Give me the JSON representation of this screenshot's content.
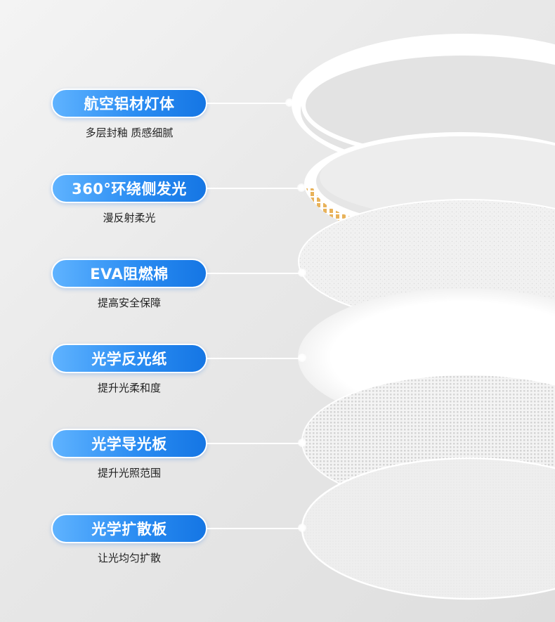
{
  "layers": [
    {
      "title": "航空铝材灯体",
      "subtitle": "多层封釉 质感细腻",
      "icon": "aluminum-frame-ring-icon"
    },
    {
      "title": "360°环绕侧发光",
      "subtitle": "漫反射柔光",
      "icon": "led-strip-ring-icon"
    },
    {
      "title": "EVA阻燃棉",
      "subtitle": "提高安全保障",
      "icon": "eva-foam-disc-icon"
    },
    {
      "title": "光学反光纸",
      "subtitle": "提升光柔和度",
      "icon": "reflective-paper-disc-icon"
    },
    {
      "title": "光学导光板",
      "subtitle": "提升光照范围",
      "icon": "light-guide-plate-icon"
    },
    {
      "title": "光学扩散板",
      "subtitle": "让光均匀扩散",
      "icon": "diffuser-plate-icon"
    }
  ],
  "colors": {
    "pill_start": "#5fb3ff",
    "pill_end": "#1576e4",
    "subtitle_text": "#222222",
    "led_amber": "#e8b25a"
  }
}
